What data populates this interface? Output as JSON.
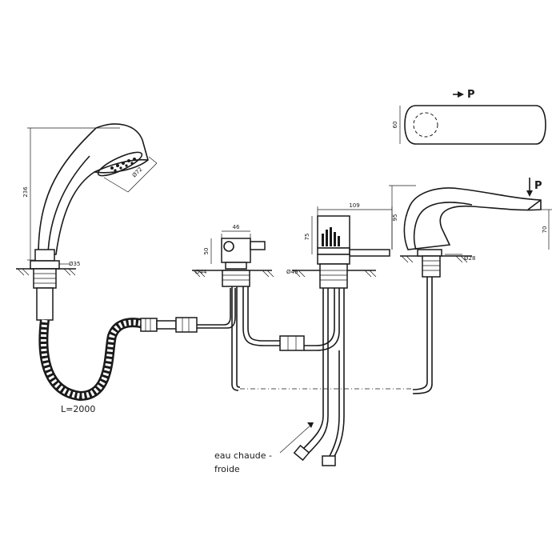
{
  "dimensions": {
    "shower_length": "236",
    "shower_head_diam": "Ø72",
    "shower_base_diam": "Ø35",
    "hose_length": "L=2000",
    "diverter_width": "46",
    "diverter_height": "50",
    "diverter_base_diam": "Ø44",
    "mixer_width": "109",
    "mixer_height": "75",
    "mixer_base_diam": "Ø49",
    "spout_height_total": "95",
    "spout_height_outlet": "70",
    "spout_base_diam": "Ø28",
    "topview_width": "60"
  },
  "labels": {
    "pressure_top": "P",
    "pressure_spout": "P",
    "water_line1": "eau chaude -",
    "water_line2": "froide"
  }
}
